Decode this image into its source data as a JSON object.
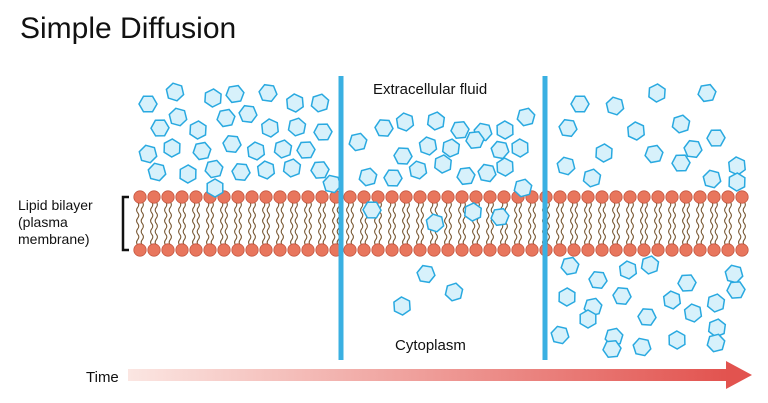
{
  "title": "Simple Diffusion",
  "labels": {
    "lipid_line1": "Lipid bilayer",
    "lipid_line2": "(plasma",
    "lipid_line3": "membrane)",
    "extracellular": "Extracellular fluid",
    "cytoplasm": "Cytoplasm",
    "time": "Time"
  },
  "colors": {
    "molecule_fill": "#d7f1fb",
    "molecule_stroke": "#29a9e0",
    "divider": "#3ab0e2",
    "head": "#e8765d",
    "tail": "#7a5a36",
    "arrow_start": "#fbe6e2",
    "arrow_end": "#e2534f"
  },
  "icons": {
    "molecule": "hexagon-icon",
    "lipid": "phospholipid-icon",
    "bracket": "bracket-icon",
    "arrow": "arrow-right-icon"
  }
}
